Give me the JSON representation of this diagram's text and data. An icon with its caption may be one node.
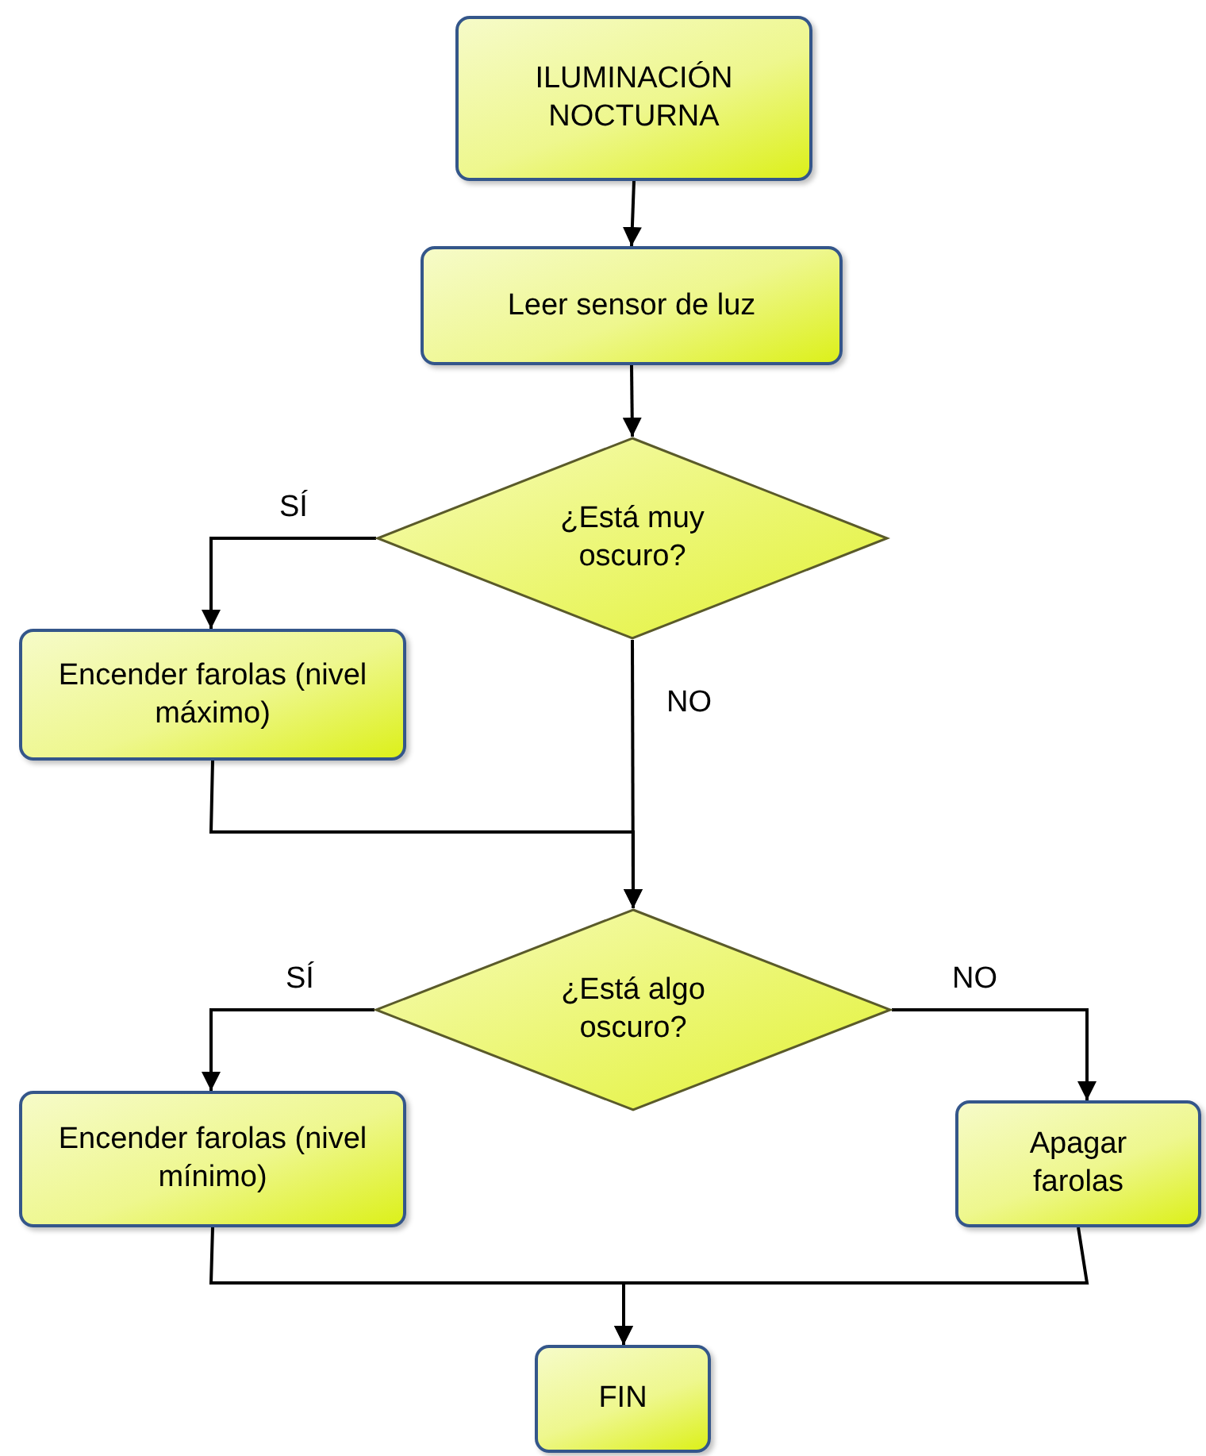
{
  "diagram": {
    "nodes": [
      {
        "text": [
          "ILUMINACIÓN NOCTURNA"
        ]
      },
      {
        "text": [
          "Leer sensor de luz"
        ]
      },
      {
        "text": [
          "¿Está muy oscuro?"
        ]
      },
      {
        "text": [
          "Encender farolas (nivel máximo)"
        ]
      },
      {
        "text": [
          "¿Está algo oscuro?"
        ]
      },
      {
        "text": [
          "Encender farolas (nivel mínimo)"
        ]
      },
      {
        "text": [
          "Apagar farolas"
        ]
      },
      {
        "text": [
          "FIN"
        ]
      }
    ],
    "edges": [
      {
        "from": 0,
        "to": 1,
        "arrow": "to"
      },
      {
        "from": 1,
        "to": 2,
        "arrow": "to"
      },
      {
        "from": 2,
        "to": 3,
        "arrow": "to",
        "label": "SÍ"
      },
      {
        "from": 2,
        "to": 4,
        "arrow": "to",
        "label": "NO"
      },
      {
        "from": 3,
        "to": 4,
        "arrow": "to"
      },
      {
        "from": 4,
        "to": 5,
        "arrow": "to",
        "label": "SÍ"
      },
      {
        "from": 4,
        "to": 6,
        "arrow": "to",
        "label": "NO"
      },
      {
        "from": 5,
        "to": 7,
        "arrow": "to"
      },
      {
        "from": 6,
        "to": 7,
        "arrow": "to"
      }
    ]
  }
}
